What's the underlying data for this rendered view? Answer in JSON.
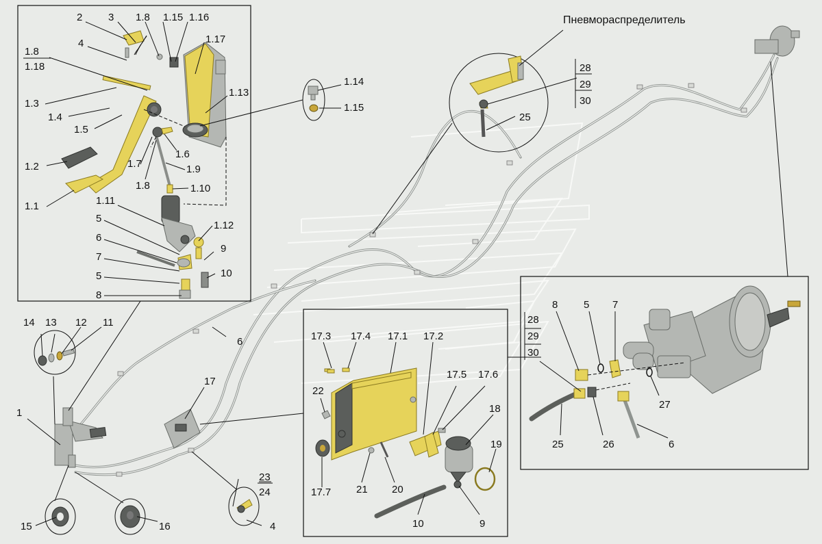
{
  "diagram": {
    "title_label": "Пневмораспределитель",
    "inset_top_left": {
      "labels": [
        "2",
        "3",
        "1.8",
        "1.15",
        "1.16",
        "1.17",
        "4",
        "1.8",
        "1.18",
        "1.3",
        "1.13",
        "1.4",
        "1.5",
        "1.2",
        "1.6",
        "1.7",
        "1.9",
        "1.8",
        "1.10",
        "1.1",
        "1.11",
        "5",
        "1.12",
        "6",
        "9",
        "7",
        "5",
        "10",
        "8"
      ]
    },
    "bolt_callout": {
      "labels": [
        "1.14",
        "1.15"
      ]
    },
    "main_labels": [
      "6",
      "14",
      "13",
      "12",
      "11",
      "1",
      "17",
      "15",
      "16",
      "23",
      "24",
      "4"
    ],
    "valve_callout": {
      "labels": [
        "28",
        "29",
        "30",
        "25"
      ]
    },
    "inset_reservoir": {
      "labels": [
        "17.3",
        "17.4",
        "17.1",
        "17.2",
        "22",
        "17.5",
        "17.6",
        "18",
        "19",
        "17.7",
        "21",
        "20",
        "10",
        "9",
        "28",
        "29",
        "30"
      ]
    },
    "inset_booster": {
      "labels": [
        "8",
        "5",
        "7",
        "27",
        "25",
        "26",
        "6"
      ]
    },
    "colors": {
      "background": "#e9ebe8",
      "part_yellow": "#e6d35a",
      "line": "#111111"
    }
  }
}
